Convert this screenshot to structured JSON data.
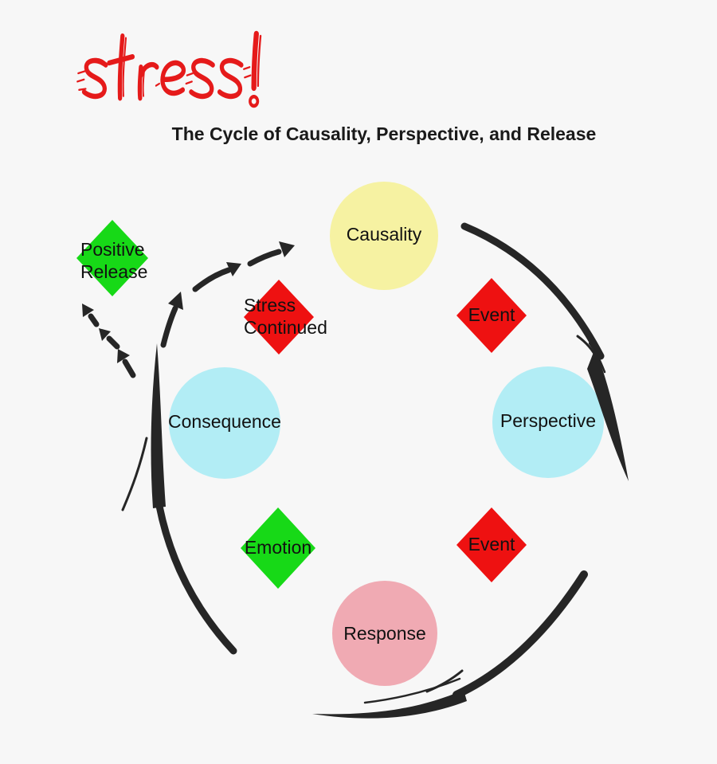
{
  "background_color": "#f7f7f7",
  "arrow_color": "#262626",
  "header": {
    "title": "stress!",
    "title_color": "#e51a1a",
    "subtitle": "The Cycle of Causality, Perspective, and Release"
  },
  "nodes": {
    "causality": {
      "label": "Causality",
      "shape": "circle",
      "fill": "#f6f2a2"
    },
    "event_top": {
      "label": "Event",
      "shape": "diamond",
      "fill": "#ee1111"
    },
    "perspective": {
      "label": "Perspective",
      "shape": "circle",
      "fill": "#b2edf5"
    },
    "event_bottom": {
      "label": "Event",
      "shape": "diamond",
      "fill": "#ee1111"
    },
    "response": {
      "label": "Response",
      "shape": "circle",
      "fill": "#f0aab3"
    },
    "emotion": {
      "label": "Emotion",
      "shape": "diamond",
      "fill": "#17d917"
    },
    "consequence": {
      "label": "Consequence",
      "shape": "circle",
      "fill": "#b2edf5"
    },
    "stress_continued": {
      "line1": "Stress",
      "line2": "Continued",
      "shape": "diamond",
      "fill": "#ee1111"
    },
    "positive_release": {
      "line1": "Positive",
      "line2": "Release",
      "shape": "diamond",
      "fill": "#17d917"
    }
  },
  "arrows": [
    {
      "from": "causality",
      "to": "perspective",
      "style": "solid-brush"
    },
    {
      "from": "perspective",
      "to": "response",
      "style": "solid-brush"
    },
    {
      "from": "response",
      "to": "consequence",
      "style": "solid-brush"
    },
    {
      "from": "consequence",
      "to": "causality",
      "style": "dashed-arrows"
    },
    {
      "from": "consequence",
      "to": "positive_release",
      "style": "dashed-arrows"
    }
  ]
}
